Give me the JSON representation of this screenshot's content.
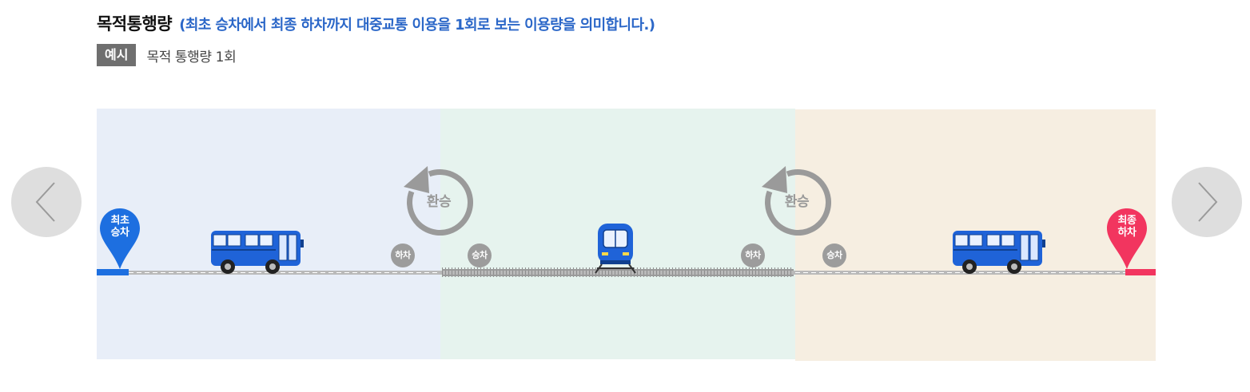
{
  "header": {
    "title": "목적통행량",
    "subtitle": "(최초 승차에서 최종 하차까지 대중교통 이용을 1회로 보는 이용량을 의미합니다.)"
  },
  "example": {
    "badge": "예시",
    "text": "목적 통행량 1회"
  },
  "diagram": {
    "start_marker": "최초\n승차",
    "end_marker": "최종\n하차",
    "transfer_label": "환승",
    "alight_label": "하차",
    "board_label": "승차",
    "colors": {
      "zone_bus_start": "#e8eef8",
      "zone_subway": "#e6f3ee",
      "zone_bus_end": "#f6eee1",
      "start_pin": "#1d6fe0",
      "end_pin": "#f2355f",
      "vehicle_blue": "#1f63d8"
    }
  },
  "nav": {
    "prev_icon": "chevron-left-icon",
    "next_icon": "chevron-right-icon"
  }
}
